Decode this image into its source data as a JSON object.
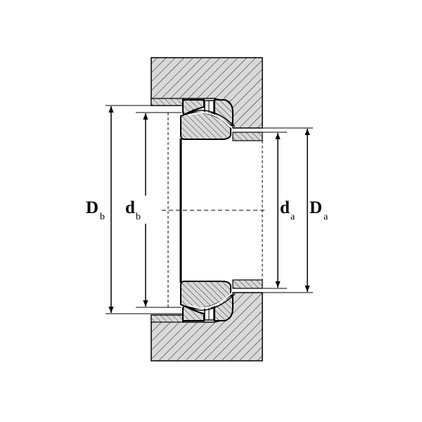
{
  "labels": {
    "Db": {
      "main": "D",
      "sub": "b"
    },
    "db": {
      "main": "d",
      "sub": "b"
    },
    "da": {
      "main": "d",
      "sub": "a"
    },
    "Da": {
      "main": "D",
      "sub": "a"
    }
  },
  "colors": {
    "hatch_fill": "#d9d9d9",
    "line": "#000000",
    "background": "#ffffff"
  }
}
